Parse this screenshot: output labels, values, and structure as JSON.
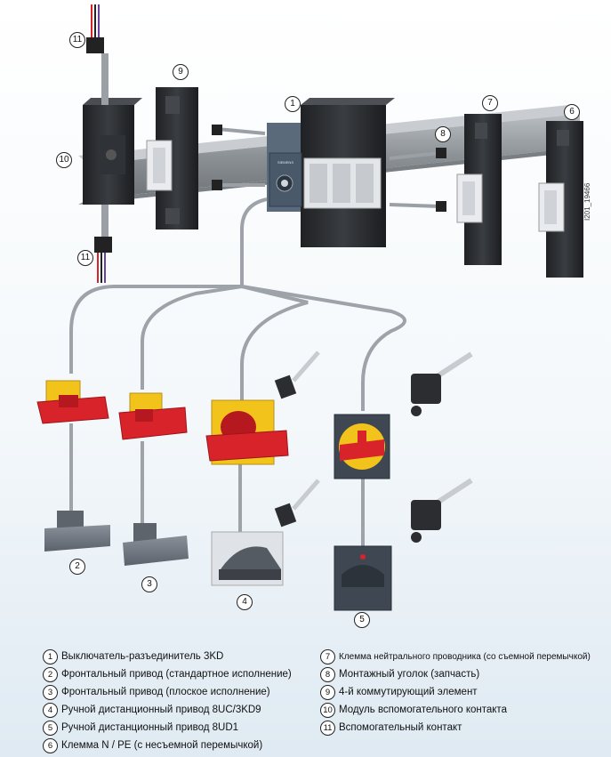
{
  "figure_code": "I201_19466",
  "callouts": {
    "c1": "1",
    "c2": "2",
    "c3": "3",
    "c4": "4",
    "c5": "5",
    "c6": "6",
    "c7": "7",
    "c8": "8",
    "c9": "9",
    "c10": "10",
    "c11a": "11",
    "c11b": "11"
  },
  "device_brand": "SIEMENS",
  "legend_left": [
    {
      "num": "1",
      "text": "Выключатель-разъединитель 3KD"
    },
    {
      "num": "2",
      "text": "Фронтальный привод (стандартное исполнение)"
    },
    {
      "num": "3",
      "text": "Фронтальный привод (плоское исполнение)"
    },
    {
      "num": "4",
      "text": "Ручной дистанционный привод 8UC/3KD9"
    },
    {
      "num": "5",
      "text": "Ручной дистанционный привод 8UD1"
    },
    {
      "num": "6",
      "text": "Клемма N / PE (с несъемной перемычкой)"
    }
  ],
  "legend_right": [
    {
      "num": "7",
      "text": "Клемма нейтрального проводника (со съемной перемычкой)"
    },
    {
      "num": "8",
      "text": "Монтажный уголок (запчасть)"
    },
    {
      "num": "9",
      "text": "4-й коммутирующий элемент"
    },
    {
      "num": "10",
      "text": "Модуль вспомогательного контакта"
    },
    {
      "num": "11",
      "text": "Вспомогательный контакт"
    }
  ],
  "colors": {
    "handle_red": "#d8232a",
    "handle_yellow": "#f2c31b",
    "device_dark": "#2b2d30",
    "rail_gray": "#8c9196",
    "panel_blue_gray": "#4a5866",
    "background_blue": "#dfeaf2"
  }
}
